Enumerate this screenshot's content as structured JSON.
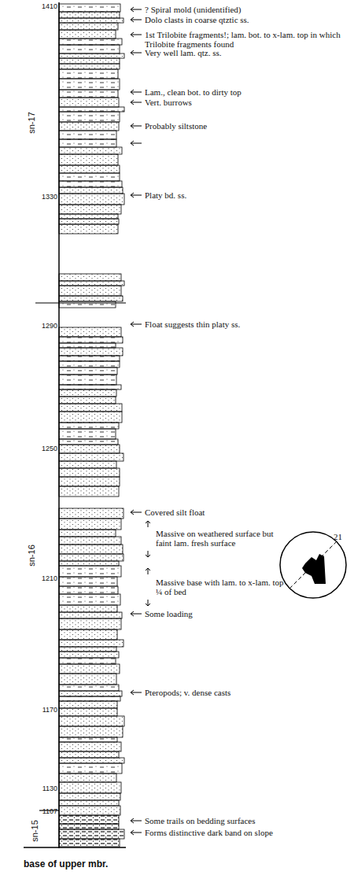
{
  "diagram": {
    "labels": [
      "1410",
      "1330",
      "1290",
      "1250",
      "1210",
      "1170",
      "1130",
      "1107",
      "sn-17",
      "sn-16",
      "sn-15",
      "base of upper mbr.",
      "? Spiral mold (unidentified)",
      "Dolo clasts in coarse qtztic ss.",
      "1st Trilobite fragments!; lam. bot. to x-lam. top in which Trilobite fragments found",
      "Very well lam. qtz. ss.",
      "Lam., clean bot. to dirty top",
      "Vert. burrows",
      "Probably siltstone",
      "Platy bd. ss.",
      "Float suggests thin platy ss.",
      "Covered silt float",
      "Massive on weathered surface but faint lam. fresh surface",
      "Massive base with lam. to x-lam. top ¼ of bed",
      "Some loading",
      "Pteropods; v. dense casts",
      "Some trails on bedding surfaces",
      "Forms distinctive dark band on slope",
      "21"
    ]
  }
}
